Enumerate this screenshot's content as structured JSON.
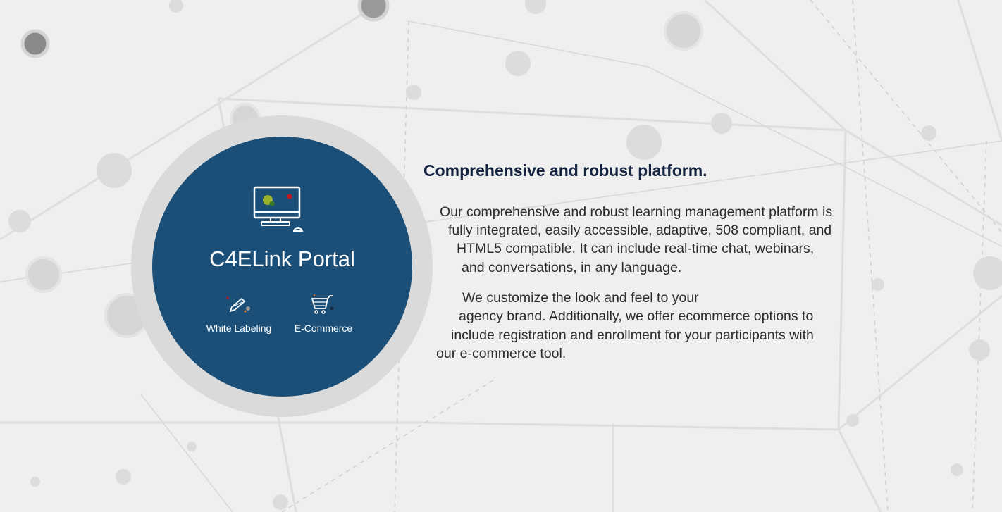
{
  "portal": {
    "title": "C4ELink Portal",
    "features": [
      {
        "label": "White Labeling",
        "icon": "pencil-icon"
      },
      {
        "label": "E-Commerce",
        "icon": "shopping-cart-icon"
      }
    ],
    "colors": {
      "circle": "#1b4f77",
      "ring": "#dadada"
    }
  },
  "content": {
    "heading": "Comprehensive and robust platform.",
    "paragraph1": [
      "Our comprehensive and robust learning management platform is",
      "fully integrated, easily accessible, adaptive, 508 compliant, and",
      "HTML5 compatible. It can include real-time chat, webinars,",
      "and conversations, in any language."
    ],
    "paragraph2": [
      "We customize the look and feel to your",
      "agency brand. Additionally, we offer ecommerce options to",
      "include registration and enrollment for your participants with",
      "our e-commerce tool."
    ]
  }
}
